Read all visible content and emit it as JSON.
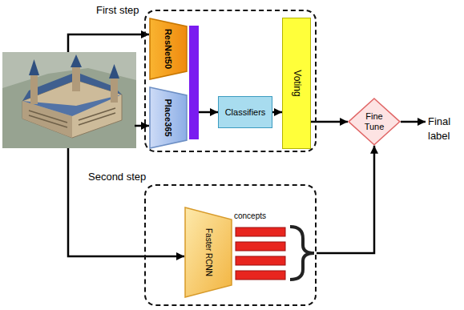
{
  "diagram": {
    "nodes": [
      {
        "text": [
          "First step"
        ]
      },
      {
        "text": [
          "ResNet50"
        ],
        "in": 0
      },
      {
        "text": [
          "Place365"
        ],
        "in": 0
      },
      {
        "text": [
          "Classifiers"
        ],
        "in": 0
      },
      {
        "text": [
          "Voting"
        ],
        "in": 0
      },
      {
        "text": [
          "Fine Tune"
        ]
      },
      {
        "text": [
          "Second step"
        ]
      },
      {
        "text": [
          "Faster RCNN"
        ],
        "in": 6
      }
    ],
    "edges": [
      {
        "from": 3,
        "to": 4,
        "arrow": "to"
      },
      {
        "from": 4,
        "to": 5,
        "arrow": "to"
      },
      {
        "from": 6,
        "to": 5,
        "arrow": "to"
      }
    ],
    "labels": [
      "Final label",
      "concepts"
    ]
  }
}
